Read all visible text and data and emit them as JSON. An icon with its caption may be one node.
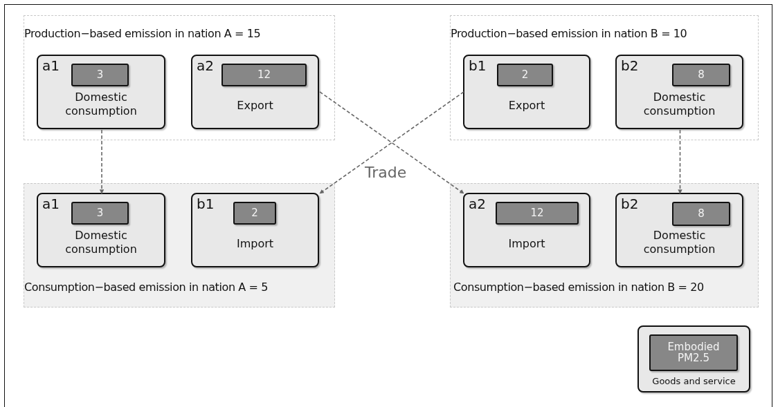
{
  "diagram": {
    "nodes": [
      {
        "text": [
          "Production−based emission in nation A = 15"
        ]
      },
      {
        "text": [
          "a1",
          "Domestic consumption"
        ],
        "in": 0
      },
      {
        "text": [
          "3"
        ],
        "in": 1
      },
      {
        "text": [
          "a2",
          "Export"
        ],
        "in": 0
      },
      {
        "text": [
          "12"
        ],
        "in": 3
      },
      {
        "text": [
          "Production−based emission in nation B = 10"
        ]
      },
      {
        "text": [
          "b1",
          "Export"
        ],
        "in": 5
      },
      {
        "text": [
          "2"
        ],
        "in": 6
      },
      {
        "text": [
          "b2",
          "Domestic consumption"
        ],
        "in": 5
      },
      {
        "text": [
          "8"
        ],
        "in": 8
      },
      {
        "text": [
          "Consumption−based emission in nation A = 5"
        ]
      },
      {
        "text": [
          "a1",
          "Domestic consumption"
        ],
        "in": 10
      },
      {
        "text": [
          "3"
        ],
        "in": 11
      },
      {
        "text": [
          "b1",
          "Import"
        ],
        "in": 10
      },
      {
        "text": [
          "2"
        ],
        "in": 13
      },
      {
        "text": [
          "Consumption−based emission in nation B = 20"
        ]
      },
      {
        "text": [
          "a2",
          "Import"
        ],
        "in": 15
      },
      {
        "text": [
          "12"
        ],
        "in": 16
      },
      {
        "text": [
          "b2",
          "Domestic consumption"
        ],
        "in": 15
      },
      {
        "text": [
          "8"
        ],
        "in": 18
      },
      {
        "text": [
          "Goods and service"
        ]
      },
      {
        "text": [
          "Embodied PM2.5"
        ],
        "in": 20
      }
    ],
    "edges": [
      {
        "from": 1,
        "to": 11,
        "arrow": "to",
        "style": "dashed"
      },
      {
        "from": 3,
        "to": 16,
        "arrow": "to",
        "style": "dashed"
      },
      {
        "from": 6,
        "to": 13,
        "arrow": "to",
        "style": "dashed"
      },
      {
        "from": 8,
        "to": 18,
        "arrow": "to",
        "style": "dashed"
      }
    ],
    "labels": [
      "Trade"
    ]
  }
}
